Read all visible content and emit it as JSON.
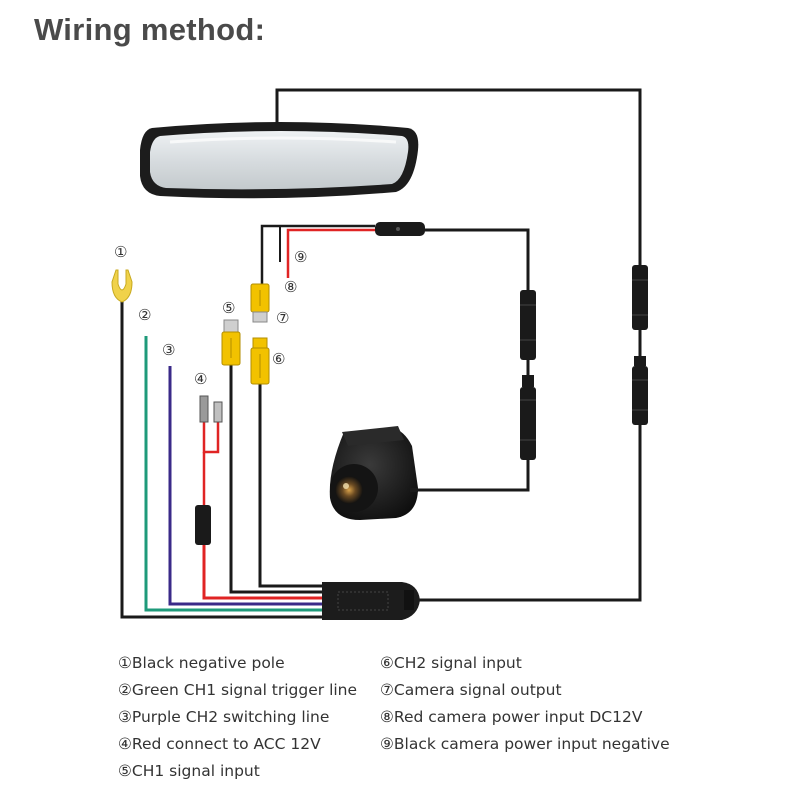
{
  "title": "Wiring method:",
  "colors": {
    "black": "#1a1a1a",
    "green": "#1e9a7a",
    "purple": "#3a2a88",
    "red": "#e02424",
    "rca_yellow": "#f2c200",
    "fork_yellow": "#f0d24a"
  },
  "markers": [
    "①",
    "②",
    "③",
    "④",
    "⑤",
    "⑥",
    "⑦",
    "⑧",
    "⑨"
  ],
  "legend_left": [
    "①Black negative pole",
    "②Green CH1 signal trigger line",
    "③Purple CH2 switching line",
    "④Red connect to ACC 12V",
    "⑤CH1 signal input"
  ],
  "legend_right": [
    "⑥CH2 signal input",
    "⑦Camera signal output",
    "⑧Red camera power input DC12V",
    "⑨Black camera power input negative"
  ]
}
